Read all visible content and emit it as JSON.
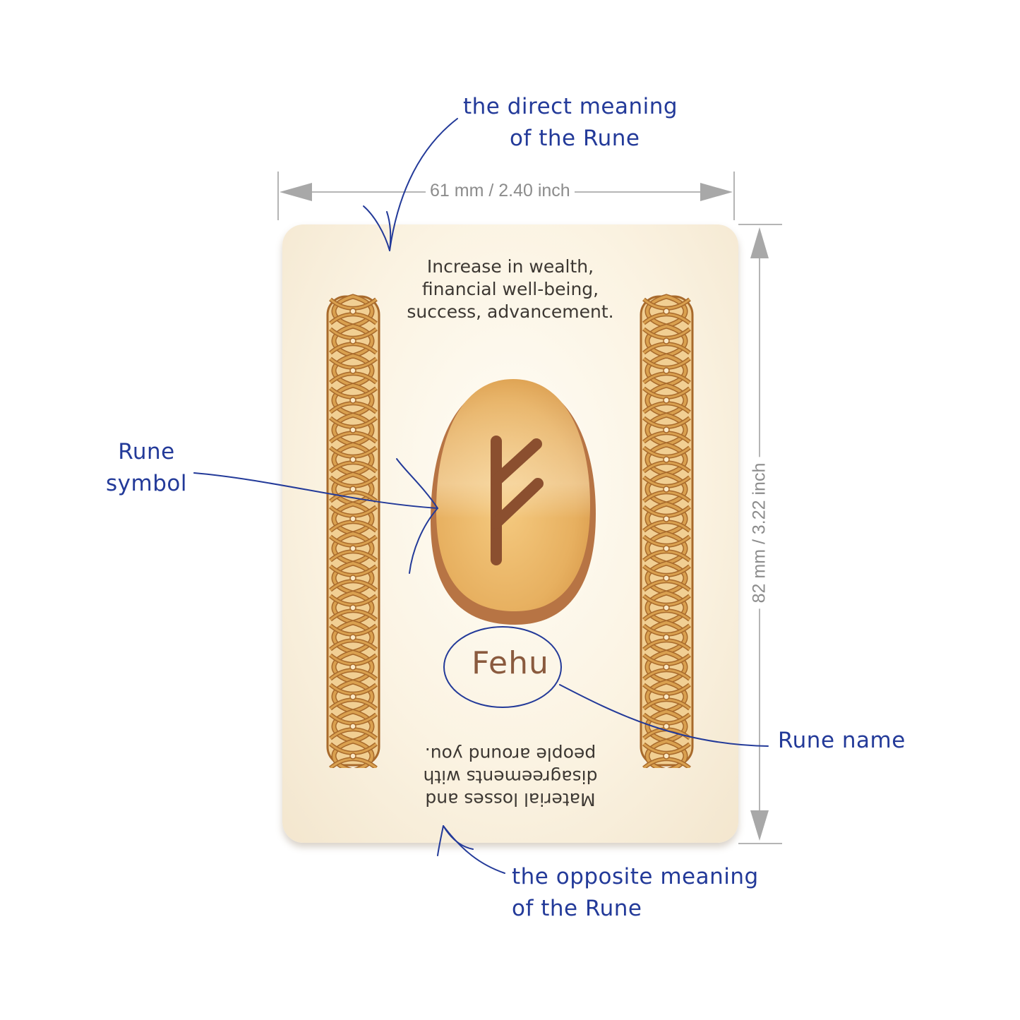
{
  "dimensions": {
    "width_label": "61 mm / 2.40 inch",
    "height_label": "82 mm / 3.22 inch"
  },
  "card": {
    "direct_meaning": [
      "Increase in wealth,",
      "financial well-being,",
      "success, advancement."
    ],
    "opposite_meaning": [
      "Material losses and",
      "disagreements with",
      "people around you."
    ],
    "rune_name": "Fehu",
    "rune_glyph": "fehu-rune-icon"
  },
  "annotations": {
    "direct": [
      "the direct meaning",
      "of the Rune"
    ],
    "symbol": [
      "Rune",
      "symbol"
    ],
    "name": "Rune name",
    "opposite": [
      "the opposite meaning",
      "of the Rune"
    ]
  },
  "colors": {
    "annotation": "#233a99",
    "dimension": "#8c8c8c",
    "card_background": "#fbf3e2",
    "knot": "#d9a04f",
    "knot_outline": "#a86a2c",
    "stone": "#e6b05e",
    "rune_stroke": "#8b4f2f",
    "rune_name": "#8a5a3e"
  }
}
